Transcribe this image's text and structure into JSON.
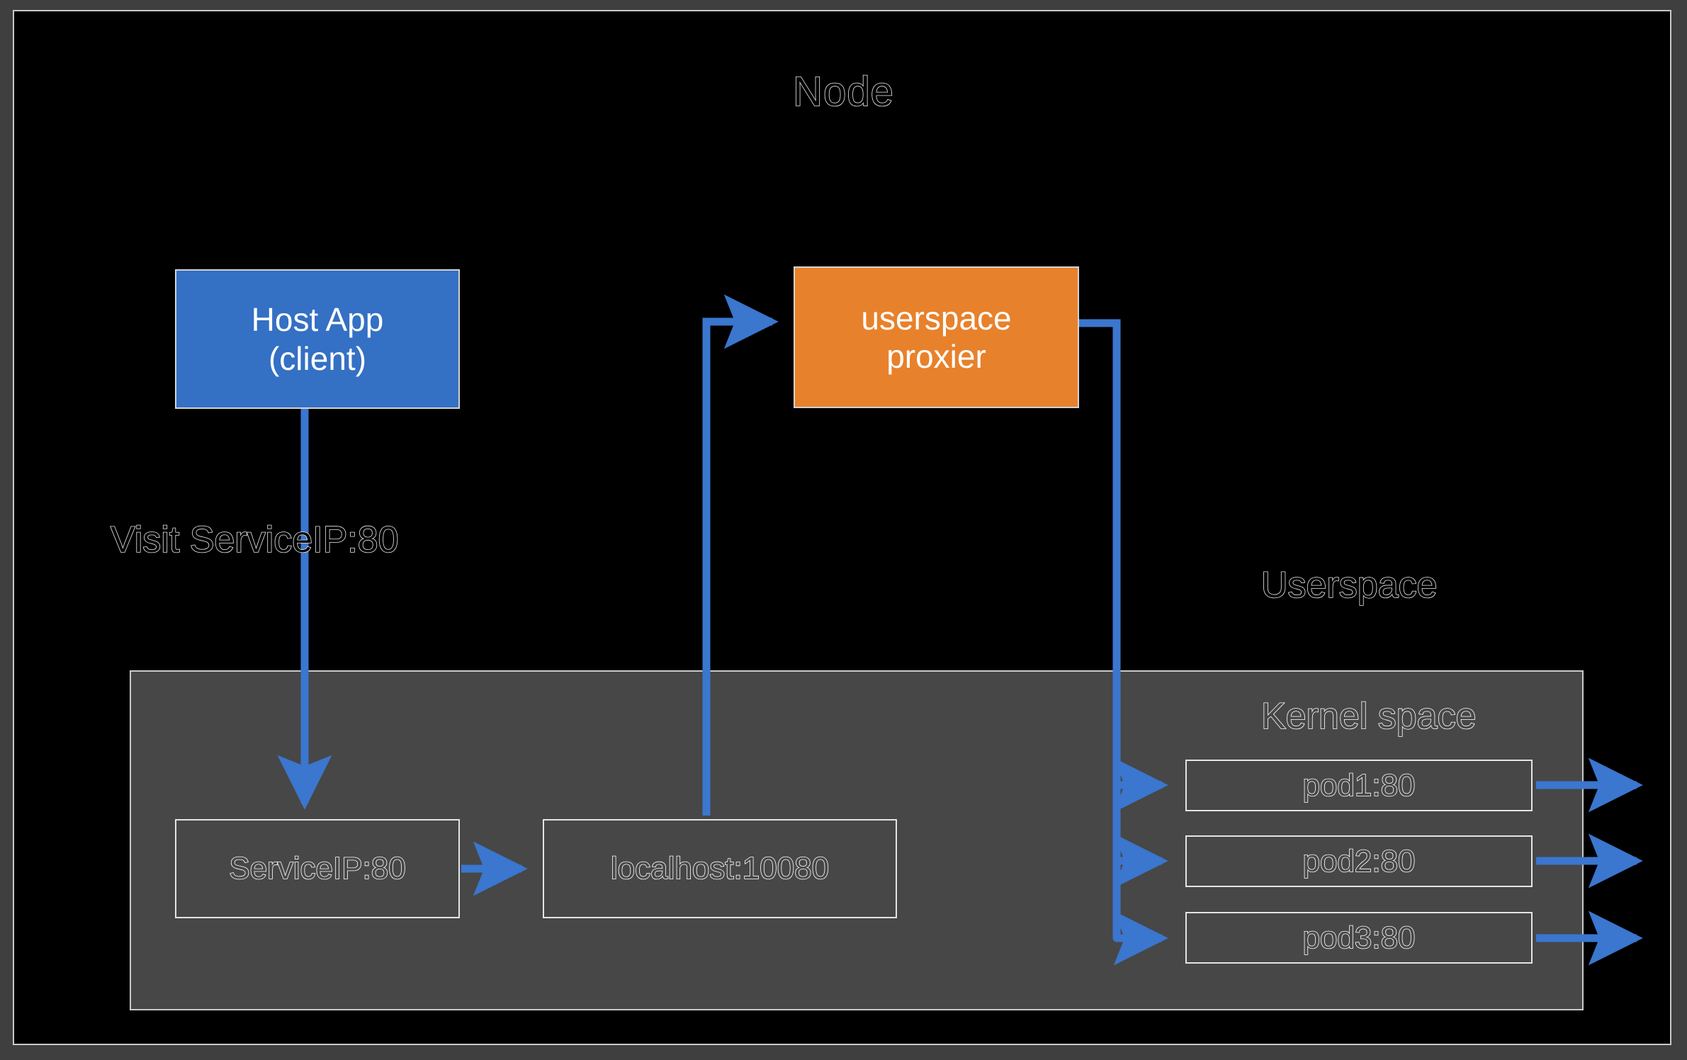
{
  "diagram": {
    "title": "Node",
    "accent_blue": "#3470c4",
    "accent_orange": "#e8812b",
    "panel_gray": "#474747",
    "arrow_blue": "#3b76cf",
    "canvas_background": "#000000",
    "frame_background": "#3f3f3f"
  },
  "boxes": {
    "host_app": {
      "line1": "Host App",
      "line2": "(client)"
    },
    "userspace_proxier": {
      "line1": "userspace",
      "line2": "proxier"
    },
    "serviceip": {
      "label": "ServiceIP:80"
    },
    "localhost": {
      "label": "localhost:10080"
    }
  },
  "labels": {
    "visit": "Visit ServiceIP:80",
    "userspace": "Userspace",
    "kernel_space": "Kernel space"
  },
  "pods": [
    {
      "label": "pod1:80"
    },
    {
      "label": "pod2:80"
    },
    {
      "label": "pod3:80"
    }
  ]
}
